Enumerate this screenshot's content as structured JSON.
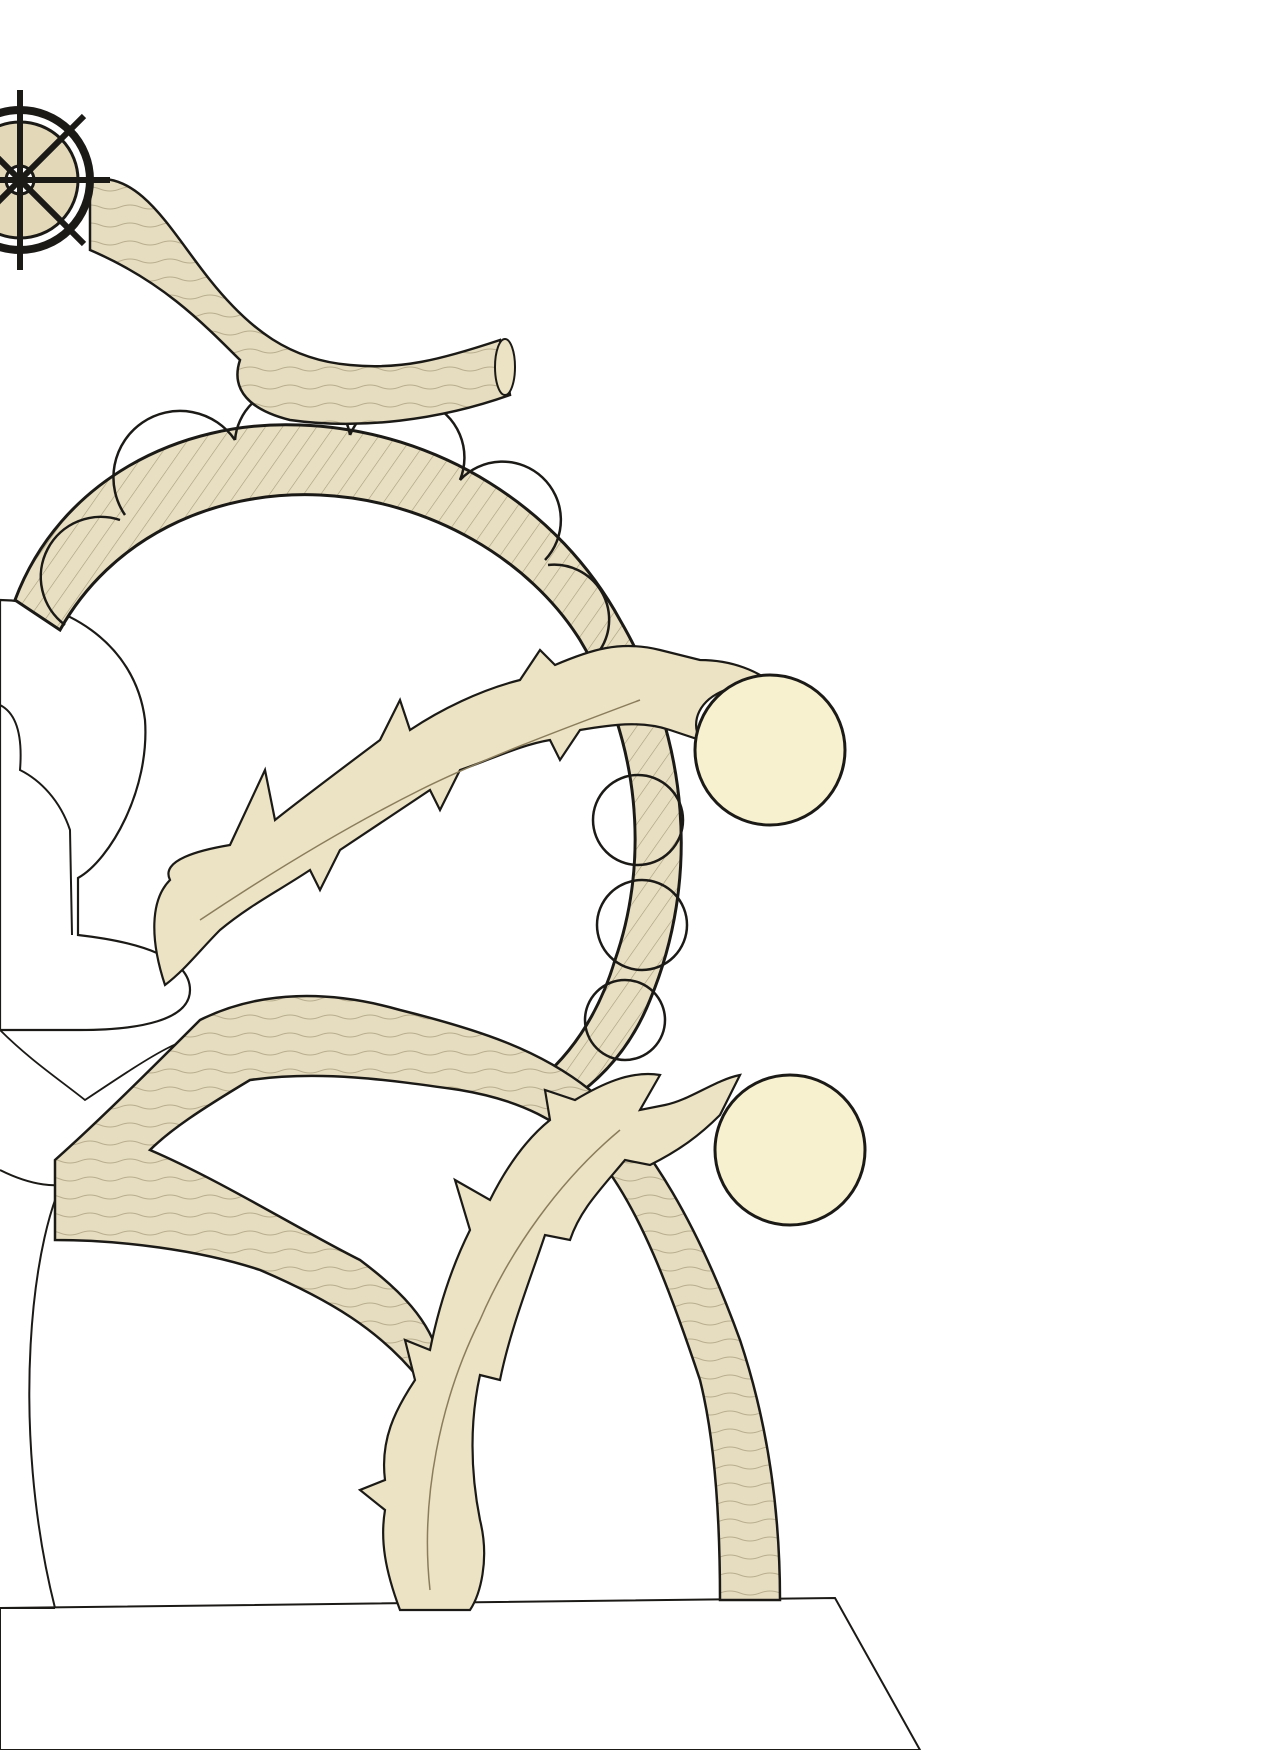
{
  "artwork": {
    "kind": "pencil-and-ink drawing",
    "colors": {
      "background": "#ffffff",
      "ink": "#1c1a17",
      "parchment_fill": "#e8dfc2",
      "parchment_dark": "#c9bd98",
      "orb_fill": "#f7f1d0",
      "flame_fill": "#ece3c4"
    },
    "elements": [
      "ship-wheel",
      "horn-tube",
      "segmented-ring",
      "seated-figure",
      "upper-flame",
      "upper-orb",
      "twisted-root-branch",
      "lower-flame",
      "lower-orb",
      "pedestal"
    ]
  }
}
